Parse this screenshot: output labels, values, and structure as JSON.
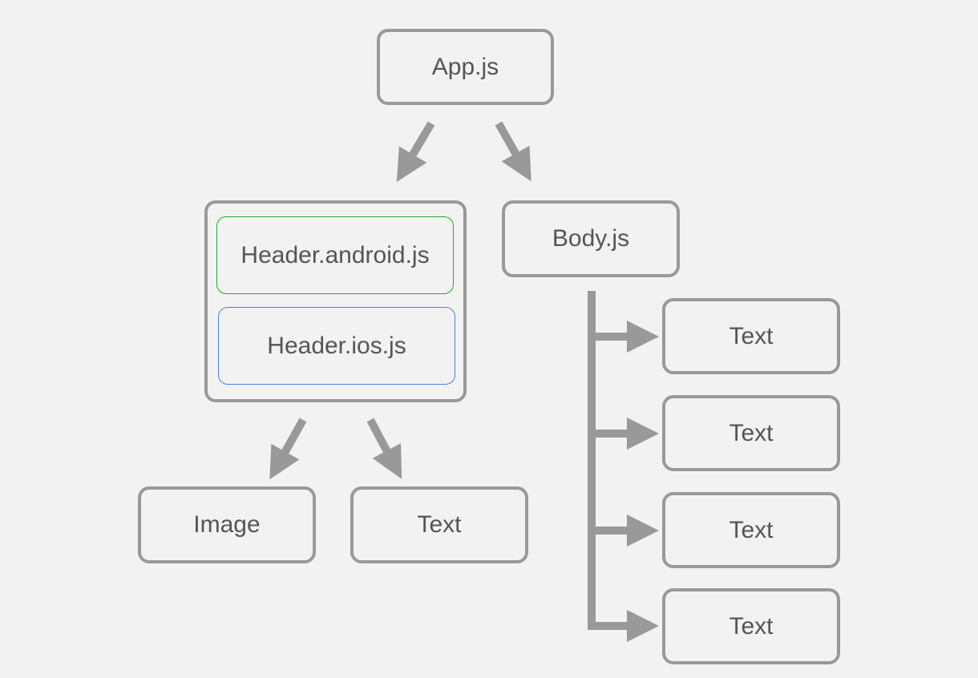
{
  "nodes": {
    "app": "App.js",
    "header_android": "Header.android.js",
    "header_ios": "Header.ios.js",
    "body": "Body.js",
    "image": "Image",
    "header_text": "Text",
    "body_children": [
      "Text",
      "Text",
      "Text",
      "Text"
    ]
  },
  "colors": {
    "background": "#f2f2f2",
    "node_border": "#999999",
    "text": "#555555",
    "android_border": "#22aa22",
    "ios_border": "#4a7fe0"
  }
}
